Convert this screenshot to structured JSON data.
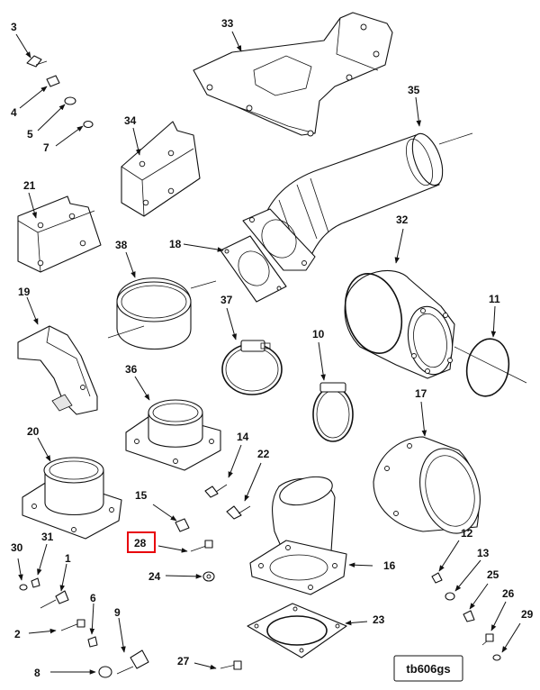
{
  "diagram": {
    "reference_code": "tb606gs",
    "highlighted_callout": "28",
    "highlight_color": "#e8000b",
    "callouts": {
      "c1": "1",
      "c2": "2",
      "c3": "3",
      "c4": "4",
      "c5": "5",
      "c6": "6",
      "c7": "7",
      "c8": "8",
      "c9": "9",
      "c10": "10",
      "c11": "11",
      "c12": "12",
      "c13": "13",
      "c14": "14",
      "c15": "15",
      "c16": "16",
      "c17": "17",
      "c18": "18",
      "c19": "19",
      "c20": "20",
      "c21": "21",
      "c22": "22",
      "c23": "23",
      "c24": "24",
      "c25": "25",
      "c26": "26",
      "c27": "27",
      "c28": "28",
      "c29": "29",
      "c30": "30",
      "c31": "31",
      "c32": "32",
      "c33": "33",
      "c34": "34",
      "c35": "35",
      "c36": "36",
      "c37": "37",
      "c38": "38"
    }
  }
}
